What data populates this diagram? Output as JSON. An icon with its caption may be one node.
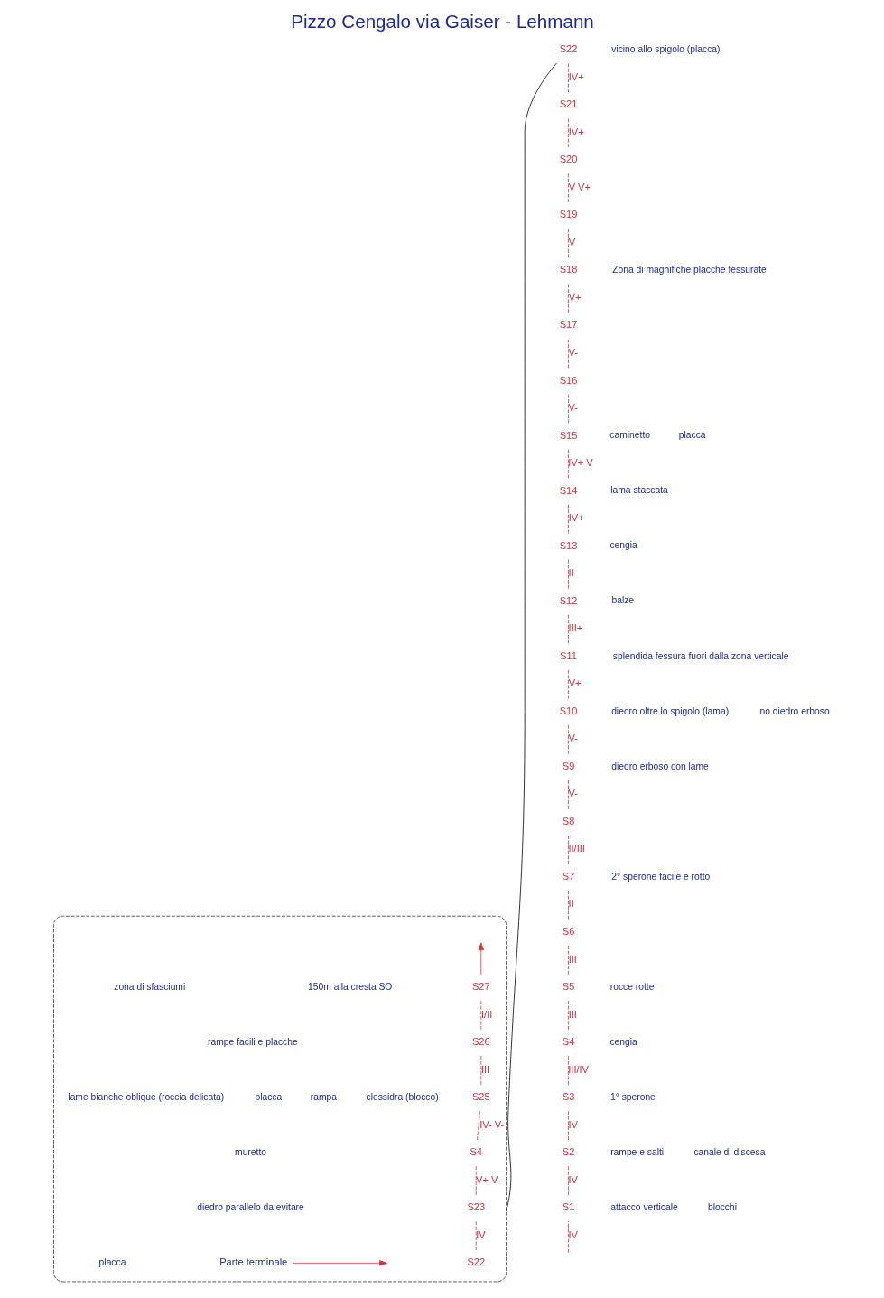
{
  "diagram": {
    "title": "Pizzo Cengalo via Gaiser - Lehmann",
    "nodes": [
      {
        "text": [
          "S1"
        ]
      },
      {
        "text": [
          "S2"
        ]
      },
      {
        "text": [
          "S3"
        ]
      },
      {
        "text": [
          "S4"
        ]
      },
      {
        "text": [
          "S5"
        ]
      },
      {
        "text": [
          "S6"
        ]
      },
      {
        "text": [
          "S7"
        ]
      },
      {
        "text": [
          "S8"
        ]
      },
      {
        "text": [
          "S9"
        ]
      },
      {
        "text": [
          "S10"
        ]
      },
      {
        "text": [
          "S11"
        ]
      },
      {
        "text": [
          "S12"
        ]
      },
      {
        "text": [
          "S13"
        ]
      },
      {
        "text": [
          "S14"
        ]
      },
      {
        "text": [
          "S15"
        ]
      },
      {
        "text": [
          "S16"
        ]
      },
      {
        "text": [
          "S17"
        ]
      },
      {
        "text": [
          "S18"
        ]
      },
      {
        "text": [
          "S19"
        ]
      },
      {
        "text": [
          "S20"
        ]
      },
      {
        "text": [
          "S21"
        ]
      },
      {
        "text": [
          "S22"
        ]
      },
      {
        "text": [],
        "shape": "ellipse"
      },
      {
        "text": [
          "S22"
        ],
        "in": 22
      },
      {
        "text": [
          "S23"
        ],
        "in": 22
      },
      {
        "text": [
          "S4"
        ],
        "in": 22
      },
      {
        "text": [
          "S25"
        ],
        "in": 22
      },
      {
        "text": [
          "S26"
        ],
        "in": 22
      },
      {
        "text": [
          "S27"
        ],
        "in": 22
      },
      {
        "text": [
          "Parte terminale"
        ],
        "in": 22
      }
    ],
    "edges": [
      {
        "from": null,
        "to": 0,
        "arrow": "none",
        "label": "IV",
        "style": "dashed"
      },
      {
        "from": 0,
        "to": 1,
        "arrow": "none",
        "label": "IV",
        "style": "dashed"
      },
      {
        "from": 1,
        "to": 2,
        "arrow": "none",
        "label": "IV",
        "style": "dashed"
      },
      {
        "from": 2,
        "to": 3,
        "arrow": "none",
        "label": "III/IV",
        "style": "dashed"
      },
      {
        "from": 3,
        "to": 4,
        "arrow": "none",
        "label": "III",
        "style": "dashed"
      },
      {
        "from": 4,
        "to": 5,
        "arrow": "none",
        "label": "III",
        "style": "dashed"
      },
      {
        "from": 5,
        "to": 6,
        "arrow": "none",
        "label": "II",
        "style": "dashed"
      },
      {
        "from": 6,
        "to": 7,
        "arrow": "none",
        "label": "II/III",
        "style": "dashed"
      },
      {
        "from": 7,
        "to": 8,
        "arrow": "none",
        "label": "V-",
        "style": "dashed"
      },
      {
        "from": 8,
        "to": 9,
        "arrow": "none",
        "label": "V-",
        "style": "dashed"
      },
      {
        "from": 9,
        "to": 10,
        "arrow": "none",
        "label": "V+",
        "style": "dashed"
      },
      {
        "from": 10,
        "to": 11,
        "arrow": "none",
        "label": "III+",
        "style": "dashed"
      },
      {
        "from": 11,
        "to": 12,
        "arrow": "none",
        "label": "II",
        "style": "dashed"
      },
      {
        "from": 12,
        "to": 13,
        "arrow": "none",
        "label": "IV+",
        "style": "dashed"
      },
      {
        "from": 13,
        "to": 14,
        "arrow": "none",
        "label": "IV+ V",
        "style": "dashed"
      },
      {
        "from": 14,
        "to": 15,
        "arrow": "none",
        "label": "V-",
        "style": "dashed"
      },
      {
        "from": 15,
        "to": 16,
        "arrow": "none",
        "label": "V-",
        "style": "dashed"
      },
      {
        "from": 16,
        "to": 17,
        "arrow": "none",
        "label": "V+",
        "style": "dashed"
      },
      {
        "from": 17,
        "to": 18,
        "arrow": "none",
        "label": "V",
        "style": "dashed"
      },
      {
        "from": 18,
        "to": 19,
        "arrow": "none",
        "label": "V V+",
        "style": "dashed"
      },
      {
        "from": 19,
        "to": 20,
        "arrow": "none",
        "label": "IV+",
        "style": "dashed"
      },
      {
        "from": 20,
        "to": 21,
        "arrow": "none",
        "label": "IV+",
        "style": "dashed"
      },
      {
        "from": 21,
        "to": 22,
        "arrow": "none",
        "color": "#000000"
      },
      {
        "from": 23,
        "to": 24,
        "arrow": "none",
        "label": "IV",
        "style": "dashed"
      },
      {
        "from": 24,
        "to": 25,
        "arrow": "none",
        "label": "V+ V-",
        "style": "dashed"
      },
      {
        "from": 25,
        "to": 26,
        "arrow": "none",
        "label": "IV- V-",
        "style": "dashed"
      },
      {
        "from": 26,
        "to": 27,
        "arrow": "none",
        "label": "III",
        "style": "dashed"
      },
      {
        "from": 27,
        "to": 28,
        "arrow": "none",
        "label": "I/II",
        "style": "dashed"
      },
      {
        "from": 28,
        "to": null,
        "arrow": "to"
      },
      {
        "from": 29,
        "to": null,
        "arrow": "to"
      }
    ],
    "labels": [
      "vicino allo spigolo (placca)",
      "Zona di magnifiche placche fessurate",
      "caminetto",
      "placca",
      "lama staccata",
      "cengia",
      "balze",
      "splendida fessura fuori dalla zona verticale",
      "diedro oltre lo spigolo (lama)",
      "no diedro erboso",
      "diedro erboso con lame",
      "2° sperone facile e rotto",
      "rocce rotte",
      "cengia",
      "1° sperone",
      "rampe e salti",
      "attacco verticale",
      "blocchi",
      "canale di discesa",
      "150m alla cresta SO",
      "zona di sfasciumi",
      "rampe facili e placche",
      "clessidra (blocco)",
      "rampa",
      "placca",
      "muretto",
      "lame bianche oblique (roccia delicata)",
      "placca",
      "diedro parallelo da evitare"
    ]
  }
}
